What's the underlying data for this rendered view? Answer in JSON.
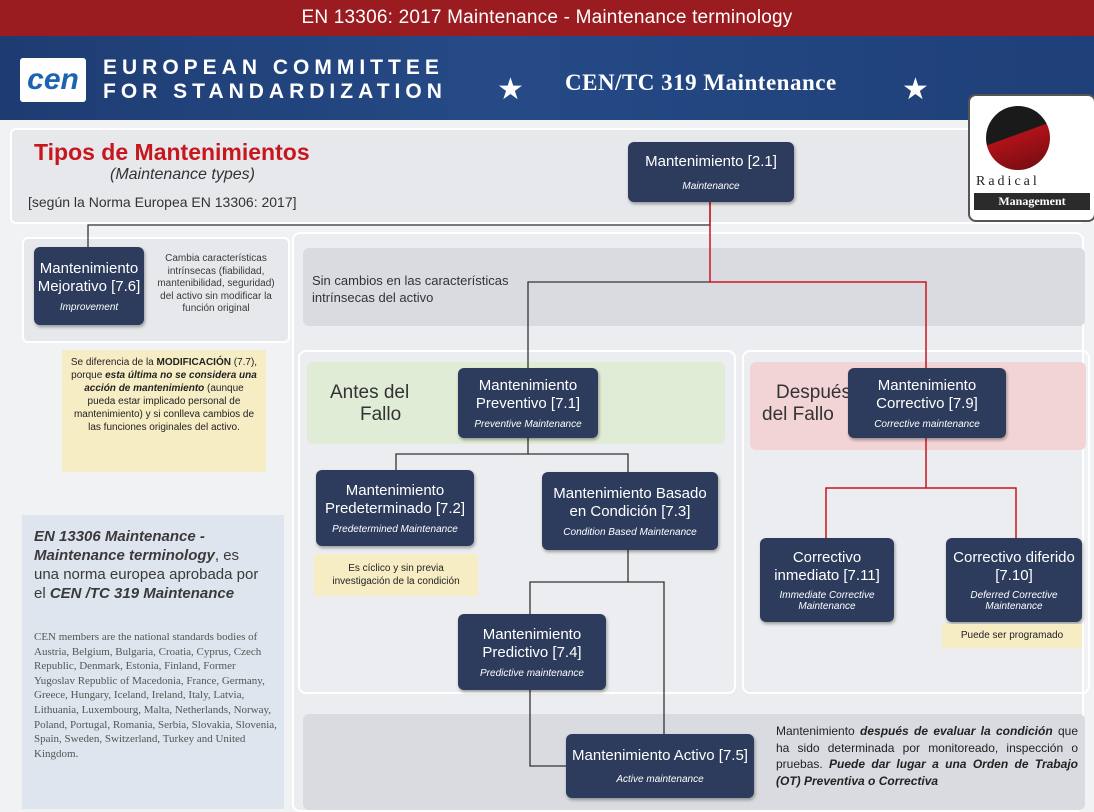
{
  "top_title": "EN 13306: 2017 Maintenance - Maintenance terminology",
  "header": {
    "logo_text": "cen",
    "committee_line1": "EUROPEAN COMMITTEE",
    "committee_line2": "FOR STANDARDIZATION",
    "tc_title": "CEN/TC 319 Maintenance",
    "star": "★"
  },
  "radical_logo": {
    "line1": "Radical",
    "line2": "Management"
  },
  "title_box": {
    "title": "Tipos de Mantenimientos",
    "subtitle": "(Maintenance types)",
    "source": "[según la Norma Europea EN 13306: 2017]"
  },
  "nodes": {
    "root": {
      "title": "Mantenimiento [2.1]",
      "sub": "Maintenance"
    },
    "improvement": {
      "title_l1": "Mantenimiento",
      "title_l2": "Mejorativo [7.6]",
      "sub": "Improvement"
    },
    "preventive": {
      "title_l1": "Mantenimiento",
      "title_l2": "Preventivo [7.1]",
      "sub": "Preventive Maintenance"
    },
    "corrective": {
      "title_l1": "Mantenimiento",
      "title_l2": "Correctivo [7.9]",
      "sub": "Corrective maintenance"
    },
    "predetermined": {
      "title_l1": "Mantenimiento",
      "title_l2": "Predeterminado [7.2]",
      "sub": "Predetermined Maintenance"
    },
    "condition": {
      "title_l1": "Mantenimiento Basado",
      "title_l2": "en Condición [7.3]",
      "sub": "Condition Based Maintenance"
    },
    "predictive": {
      "title_l1": "Mantenimiento",
      "title_l2": "Predictivo [7.4]",
      "sub": "Predictive maintenance"
    },
    "active": {
      "title": "Mantenimiento Activo [7.5]",
      "sub": "Active maintenance"
    },
    "immediate": {
      "title_l1": "Correctivo",
      "title_l2": "inmediato [7.11]",
      "sub_l1": "Immediate Corrective",
      "sub_l2": "Maintenance"
    },
    "deferred": {
      "title_l1": "Correctivo diferido",
      "title_l2": "[7.10]",
      "sub_l1": "Deferred Corrective",
      "sub_l2": "Maintenance"
    }
  },
  "improvement_desc": [
    "Cambia características",
    "intrínsecas (fiabilidad,",
    "mantenibilidad, seguridad)",
    "del activo sin modificar la",
    "función original"
  ],
  "modification_note": {
    "p1": "Se diferencia de la ",
    "b1": "MODIFICACIÓN",
    "p2": " (7.7), porque ",
    "b2": "esta última no se considera una acción de mantenimiento",
    "p3": " (aunque pueda estar implicado personal de mantenimiento) y si conlleva cambios de las funciones originales del activo."
  },
  "no_change_text": [
    "Sin cambios en las características",
    "intrínsecas del activo"
  ],
  "antes": [
    "Antes del",
    "Fallo"
  ],
  "despues": [
    "Después",
    "del Fallo"
  ],
  "cyclic_note": [
    "Es cíclico y sin previa",
    "investigación de la condición"
  ],
  "deferred_note": "Puede ser programado",
  "en_box": {
    "l1": "EN 13306 Maintenance -",
    "l2": "Maintenance terminology",
    "l2b": ",  es",
    "l3": "una norma europea aprobada por",
    "l4a": "el ",
    "l4b": "CEN /TC 319 Maintenance",
    "members": "CEN members are the national standards bodies of Austria, Belgium, Bulgaria, Croatia, Cyprus, Czech Republic, Denmark, Estonia, Finland, Former Yugoslav Republic of Macedonia, France, Germany, Greece, Hungary, Iceland, Ireland, Italy, Latvia, Lithuania, Luxembourg, Malta, Netherlands, Norway, Poland, Portugal, Romania, Serbia, Slovakia, Slovenia, Spain, Sweden, Switzerland, Turkey and United Kingdom."
  },
  "active_desc": {
    "p1": "Mantenimiento ",
    "b1": "después de evaluar la condición",
    "p2": " que ha sido determinada por monitoreado, inspección o pruebas. ",
    "b2": "Puede dar lugar a una Orden de Trabajo (OT) Preventiva o Correctiva"
  }
}
